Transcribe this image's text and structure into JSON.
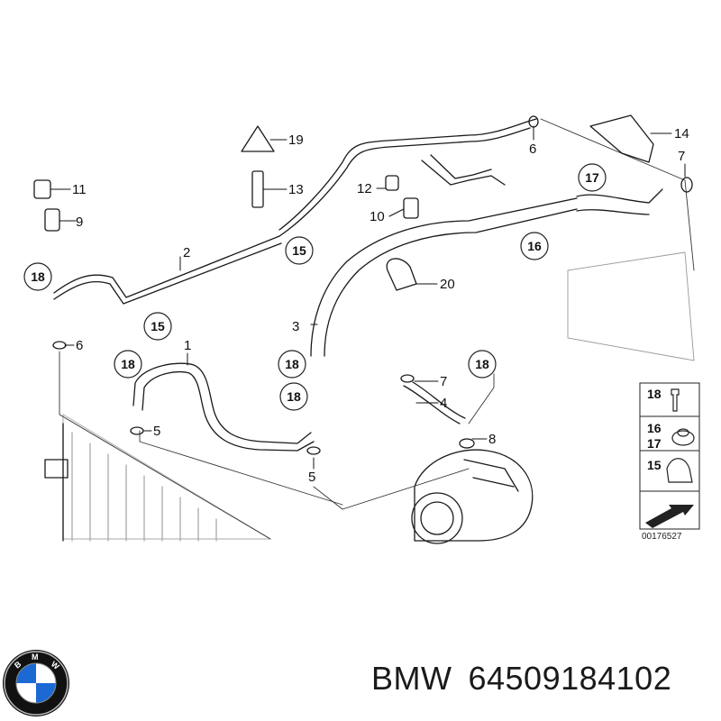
{
  "callouts": [
    {
      "id": "c19",
      "text": "19"
    },
    {
      "id": "c13",
      "text": "13"
    },
    {
      "id": "c11",
      "text": "11"
    },
    {
      "id": "c9",
      "text": "9"
    },
    {
      "id": "c6a",
      "text": "6"
    },
    {
      "id": "c14",
      "text": "14"
    },
    {
      "id": "c7a",
      "text": "7"
    },
    {
      "id": "c12",
      "text": "12"
    },
    {
      "id": "c10",
      "text": "10"
    },
    {
      "id": "c2",
      "text": "2"
    },
    {
      "id": "c20",
      "text": "20"
    },
    {
      "id": "c3",
      "text": "3"
    },
    {
      "id": "c6b",
      "text": "6"
    },
    {
      "id": "c1",
      "text": "1"
    },
    {
      "id": "c7b",
      "text": "7"
    },
    {
      "id": "c4",
      "text": "4"
    },
    {
      "id": "c5a",
      "text": "5"
    },
    {
      "id": "c8",
      "text": "8"
    },
    {
      "id": "c5b",
      "text": "5"
    }
  ],
  "circled_callouts": [
    {
      "id": "cc17",
      "text": "17"
    },
    {
      "id": "cc16",
      "text": "16"
    },
    {
      "id": "cc15a",
      "text": "15"
    },
    {
      "id": "cc18a",
      "text": "18"
    },
    {
      "id": "cc15b",
      "text": "15"
    },
    {
      "id": "cc18b",
      "text": "18"
    },
    {
      "id": "cc18c",
      "text": "18"
    },
    {
      "id": "cc18d",
      "text": "18"
    },
    {
      "id": "cc18e",
      "text": "18"
    }
  ],
  "legend": [
    {
      "id": "lg18",
      "text": "18"
    },
    {
      "id": "lg16",
      "text": "16"
    },
    {
      "id": "lg17",
      "text": "17"
    },
    {
      "id": "lg15",
      "text": "15"
    }
  ],
  "reference_number": "00176527",
  "footer": {
    "brand": "BMW",
    "part_number": "64509184102",
    "logo_letters": [
      "B",
      "M",
      "W"
    ]
  },
  "colors": {
    "line": "#1a1a1a",
    "bmw_blue": "#1c69d4",
    "bmw_ring": "#111111"
  }
}
